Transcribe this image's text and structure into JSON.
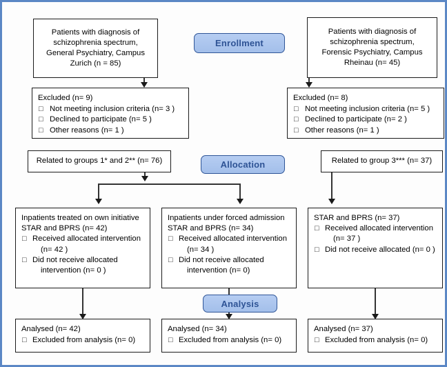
{
  "diagram": {
    "title": "CONSORT participant flow diagram",
    "accent_color": "#5b87c5",
    "stage_fill": "#a8c3ee",
    "stage_text_color": "#2e5395"
  },
  "stages": {
    "enrollment": "Enrollment",
    "allocation": "Allocation",
    "analysis": "Analysis"
  },
  "enrollment": {
    "left_source": {
      "line1": "Patients with diagnosis of",
      "line2": "schizophrenia spectrum,",
      "line3": "General Psychiatry, Campus",
      "line4": "Zurich (n = 85)"
    },
    "right_source": {
      "line1": "Patients with diagnosis of",
      "line2": "schizophrenia spectrum,",
      "line3": "Forensic Psychiatry, Campus",
      "line4": "Rheinau (n= 45)"
    },
    "left_excluded": {
      "header": "Excluded (n= 9)",
      "items": [
        "Not meeting inclusion criteria (n= 3 )",
        "Declined to participate (n= 5 )",
        "Other reasons (n= 1 )"
      ]
    },
    "right_excluded": {
      "header": "Excluded (n= 8)",
      "items": [
        "Not meeting inclusion criteria (n= 5 )",
        "Declined to participate (n= 2 )",
        "Other reasons (n= 1 )"
      ]
    }
  },
  "allocation": {
    "left_group": "Related to groups 1* and 2** (n= 76)",
    "right_group": "Related to group 3*** (n= 37)"
  },
  "intervention": {
    "group1": {
      "header1": "Inpatients treated on own initiative",
      "header2": "STAR and BPRS (n= 42)",
      "item1": "Received allocated intervention",
      "item1_cont": "(n= 42 )",
      "item2": "Did not receive allocated",
      "item2_cont": "intervention  (n= 0 )"
    },
    "group2": {
      "header1": "Inpatients under forced admission",
      "header2": "STAR and BPRS (n= 34)",
      "item1": "Received allocated intervention",
      "item1_cont": "(n= 34 )",
      "item2": "Did not receive allocated",
      "item2_cont": "intervention  (n= 0)"
    },
    "group3": {
      "header1": "STAR and BPRS (n= 37)",
      "header2": "",
      "item1": "Received allocated intervention",
      "item1_cont": "(n= 37 )",
      "item2": "Did not receive allocated (n= 0 )",
      "item2_cont": ""
    }
  },
  "analysis": {
    "group1": {
      "header": "Analysed (n= 42)",
      "excluded": "Excluded from analysis (n= 0)"
    },
    "group2": {
      "header": "Analysed (n= 34)",
      "excluded": "Excluded from analysis (n= 0)"
    },
    "group3": {
      "header": "Analysed (n= 37)",
      "excluded": "Excluded from analysis (n= 0)"
    }
  }
}
